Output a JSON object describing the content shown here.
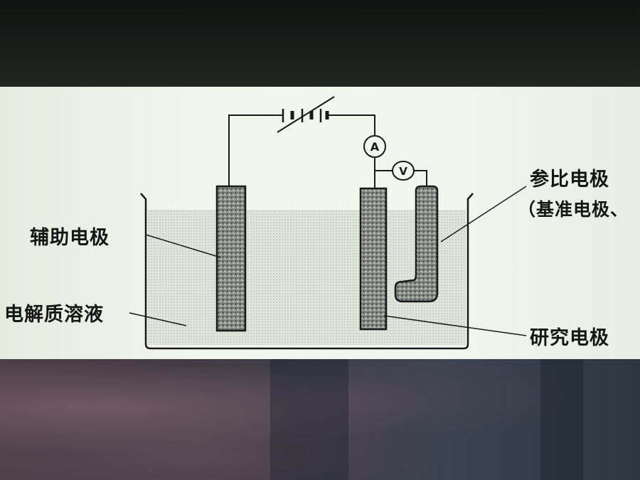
{
  "labels": {
    "auxiliary_electrode": "辅助电极",
    "electrolyte": "电解质溶液",
    "reference_line1": "参比电极",
    "reference_line2": "（基准电极、",
    "working_electrode": "研究电极"
  },
  "meters": {
    "ammeter": "A",
    "voltmeter": "V"
  },
  "colors": {
    "ink": "#1a1a1a",
    "paper": "#f1f5ec",
    "solution": "#dfe6dc"
  }
}
